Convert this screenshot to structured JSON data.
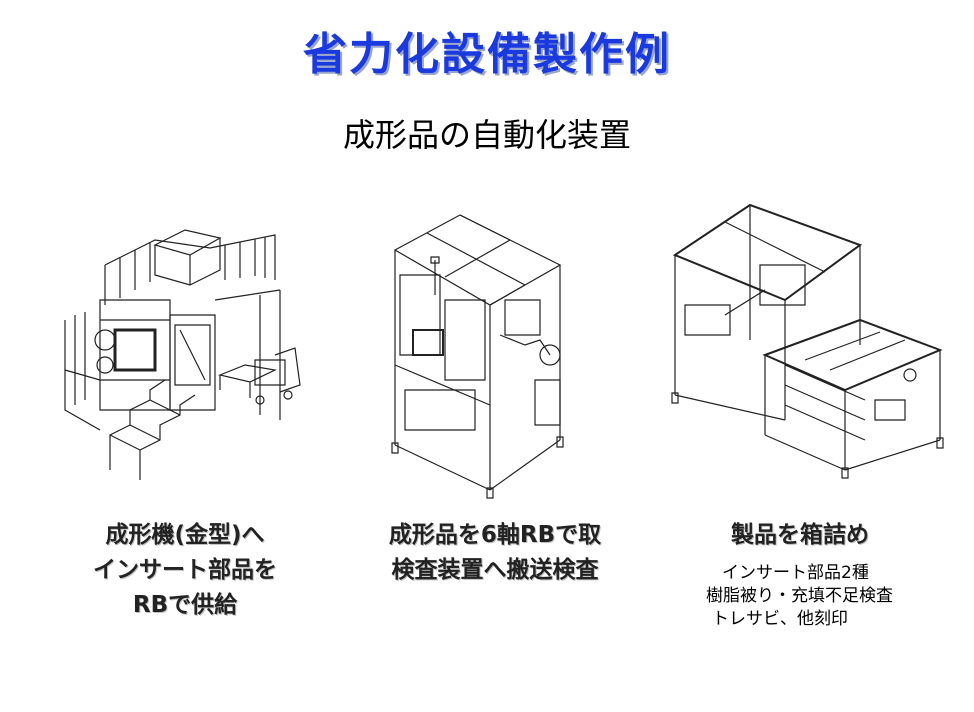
{
  "title": "省力化設備製作例",
  "subtitle": "成形品の自動化装置",
  "machines": [
    {
      "caption_lines": [
        "成形機(金型)へ",
        "インサート部品を",
        "RBで供給"
      ]
    },
    {
      "caption_lines": [
        "成形品を6軸RBで取",
        "検査装置へ搬送検査"
      ]
    },
    {
      "caption_lines": [
        "製品を箱詰め"
      ],
      "details": [
        "インサート部品2種",
        "樹脂被り・充填不足検査",
        "トレサビ、他刻印"
      ]
    }
  ],
  "colors": {
    "title": "#1a3adf",
    "title_shadow": "#9aa6c8",
    "line_art": "#222222"
  }
}
